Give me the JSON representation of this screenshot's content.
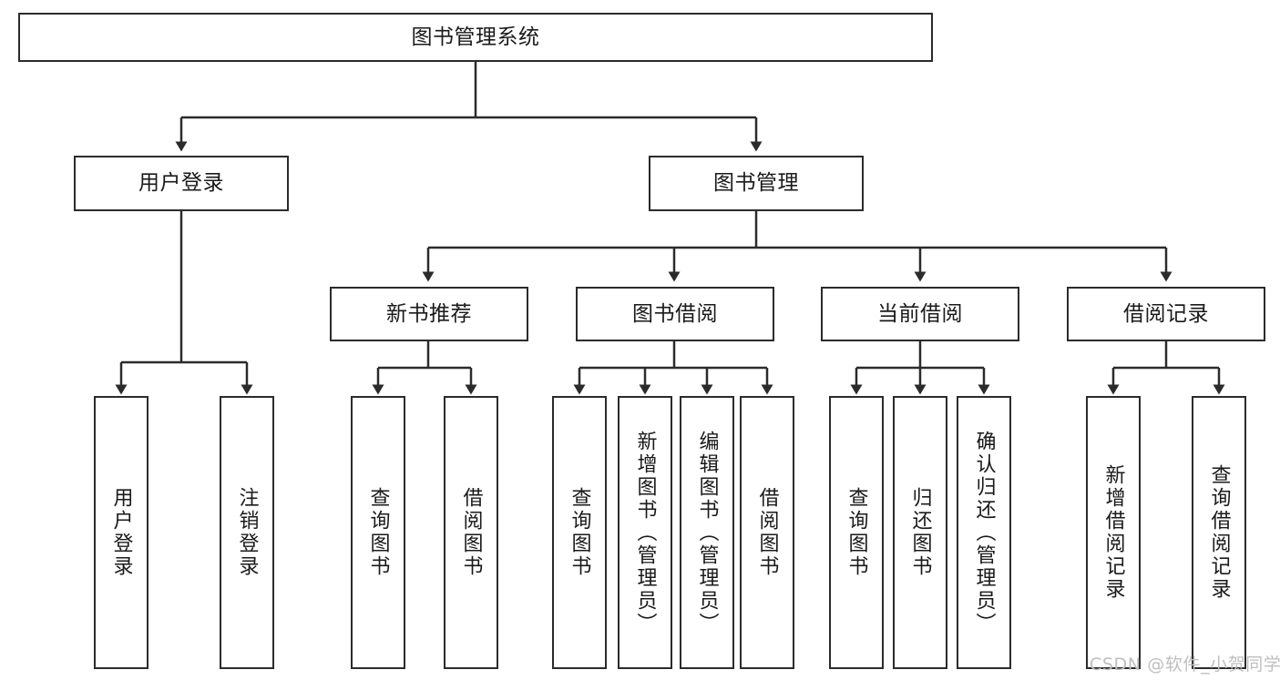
{
  "diagram": {
    "title": "图书管理系统",
    "type": "tree-hierarchy",
    "background_color": "#ffffff",
    "line_color": "#2b2b2b",
    "text_color": "#1a1a1a",
    "nodes": {
      "root": {
        "label": "图书管理系统"
      },
      "level2": [
        {
          "label": "用户登录"
        },
        {
          "label": "图书管理"
        }
      ],
      "level3": [
        {
          "label": "新书推荐"
        },
        {
          "label": "图书借阅"
        },
        {
          "label": "当前借阅"
        },
        {
          "label": "借阅记录"
        }
      ],
      "leaves_user_login": [
        {
          "label": "用户登录"
        },
        {
          "label": "注销登录"
        }
      ],
      "leaves_new_book": [
        {
          "label": "查询图书"
        },
        {
          "label": "借阅图书"
        }
      ],
      "leaves_borrow": [
        {
          "label": "查询图书"
        },
        {
          "label": "新增图书（管理员）"
        },
        {
          "label": "编辑图书（管理员）"
        },
        {
          "label": "借阅图书"
        }
      ],
      "leaves_current": [
        {
          "label": "查询图书"
        },
        {
          "label": "归还图书"
        },
        {
          "label": "确认归还（管理员）"
        }
      ],
      "leaves_records": [
        {
          "label": "新增借阅记录"
        },
        {
          "label": "查询借阅记录"
        }
      ]
    },
    "watermark": "CSDN @软件_小贺同学"
  }
}
